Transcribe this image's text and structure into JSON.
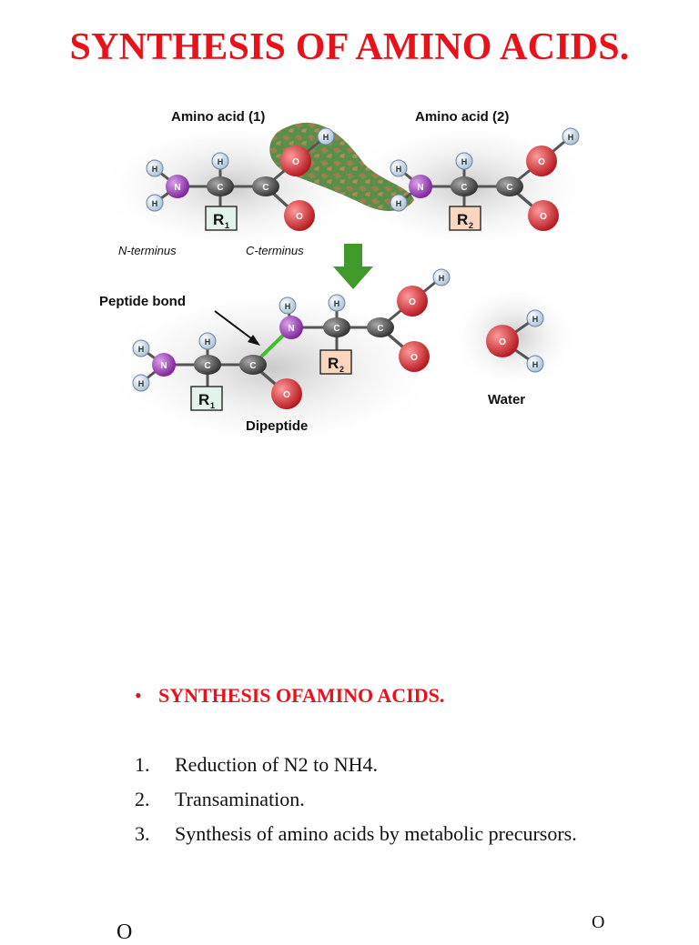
{
  "slide": {
    "title": "SYNTHESIS OF AMINO ACIDS."
  },
  "figure": {
    "label_amino_acid_1": "Amino acid (1)",
    "label_amino_acid_2": "Amino acid (2)",
    "label_n_terminus": "N-terminus",
    "label_c_terminus": "C-terminus",
    "label_peptide_bond": "Peptide bond",
    "label_dipeptide": "Dipeptide",
    "label_water": "Water",
    "atoms": {
      "h": "H",
      "n": "N",
      "c": "C",
      "o": "O"
    },
    "r_group_1": "R",
    "r_group_1_sub": "1",
    "r_group_2": "R",
    "r_group_2_sub": "2",
    "colors": {
      "hydrogen": "#dfe8f2",
      "nitrogen": "#9a3ab3",
      "carbon": "#4a4a4a",
      "oxygen": "#d9343a",
      "r1_box": "#e3f3ec",
      "r2_box": "#fad6bf",
      "arrow": "#3f9a2a",
      "water_removed": "#3f7a2b"
    }
  },
  "content": {
    "bullet_heading": "SYNTHESIS OFAMINO ACIDS.",
    "steps": [
      {
        "num": "1.",
        "text": "Reduction of N2 to NH4."
      },
      {
        "num": "2.",
        "text": "Transamination."
      },
      {
        "num": "3.",
        "text": "Synthesis of amino acids by metabolic precursors."
      }
    ],
    "corner_left": "O",
    "corner_right": "O"
  }
}
